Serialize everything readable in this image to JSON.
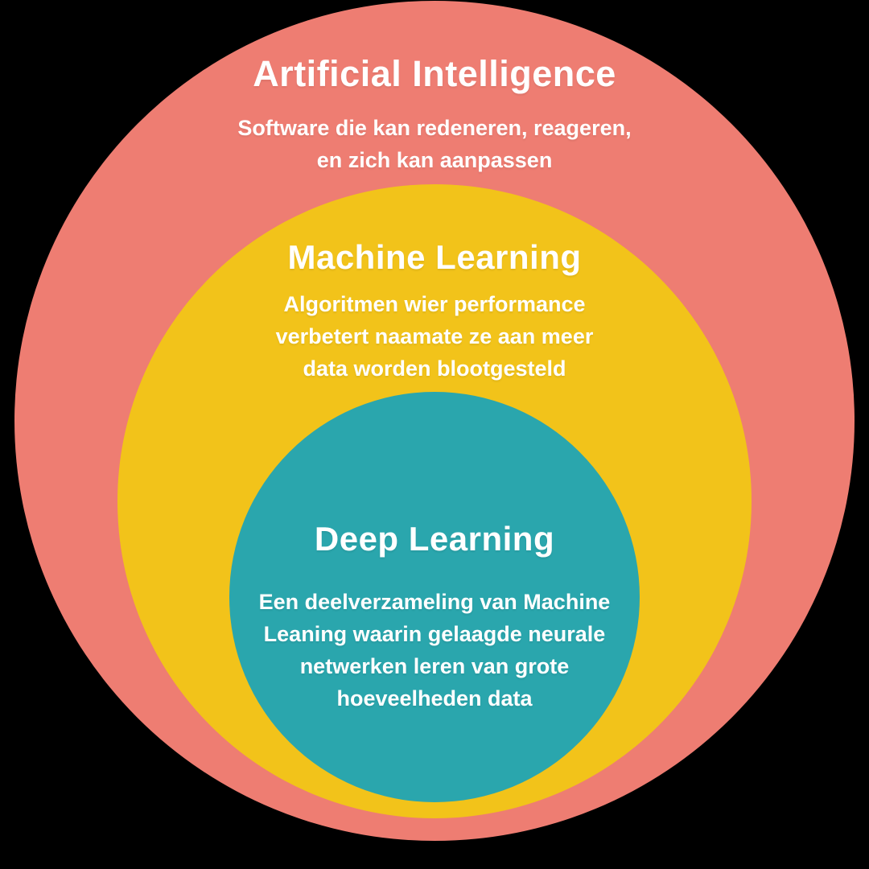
{
  "page": {
    "background_color": "#000000",
    "text_color": "#FFFFFF"
  },
  "diagram": {
    "type": "nested-circles",
    "rings": [
      {
        "id": "artificial-intelligence",
        "title": "Artificial Intelligence",
        "color": "#EE7D72",
        "desc_lines": [
          "Software die kan redeneren, reageren,",
          "en zich kan aanpassen"
        ]
      },
      {
        "id": "machine-learning",
        "title": "Machine Learning",
        "color": "#F2C31A",
        "desc_lines": [
          "Algoritmen wier performance",
          "verbetert naamate ze aan meer",
          "data worden blootgesteld"
        ]
      },
      {
        "id": "deep-learning",
        "title": "Deep Learning",
        "color": "#2AA6AD",
        "desc_lines": [
          "Een deelverzameling van Machine",
          "Leaning waarin gelaagde neurale",
          "netwerken leren van grote",
          "hoeveelheden data"
        ]
      }
    ]
  }
}
